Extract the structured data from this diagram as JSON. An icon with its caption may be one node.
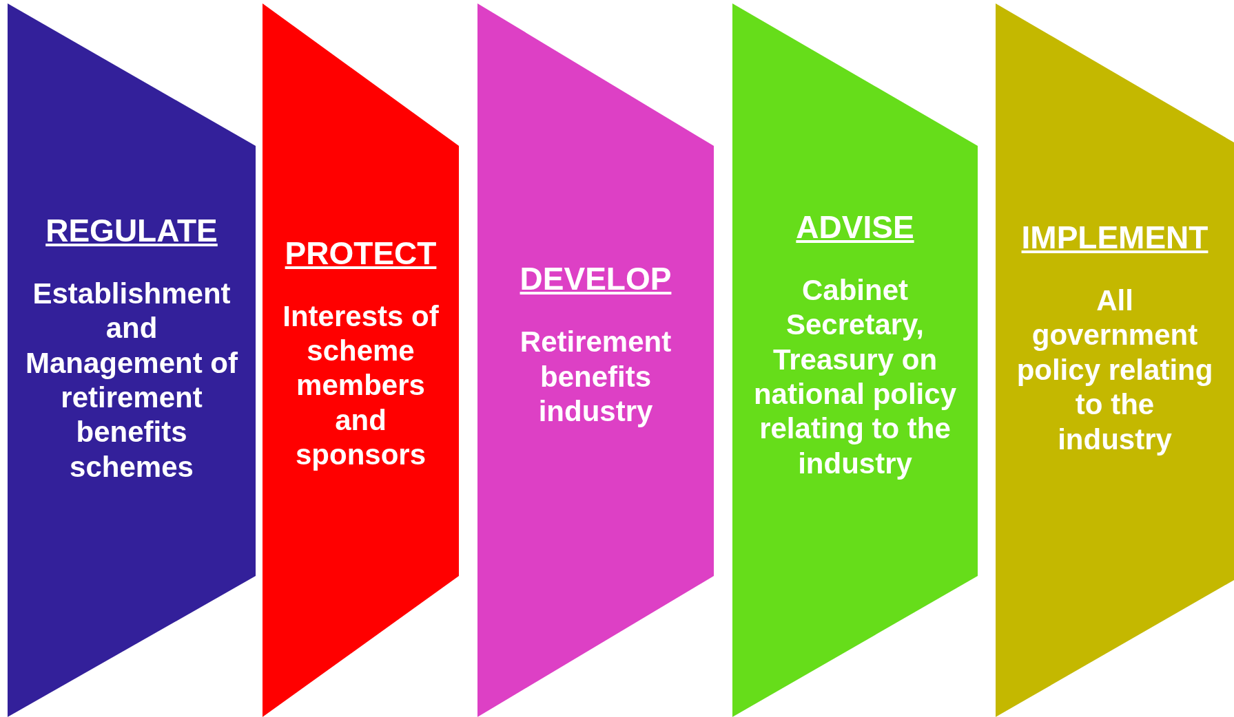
{
  "diagram": {
    "nodes": [
      {
        "text": [
          "REGULATE",
          "Establishment and Management of retirement benefits schemes"
        ]
      },
      {
        "text": [
          "PROTECT",
          "Interests of scheme members and sponsors"
        ]
      },
      {
        "text": [
          "DEVELOP",
          "Retirement benefits industry"
        ]
      },
      {
        "text": [
          "ADVISE",
          "Cabinet Secretary, Treasury on national policy relating to the industry"
        ]
      },
      {
        "text": [
          "IMPLEMENT",
          "All government policy relating to the industry"
        ]
      }
    ]
  }
}
